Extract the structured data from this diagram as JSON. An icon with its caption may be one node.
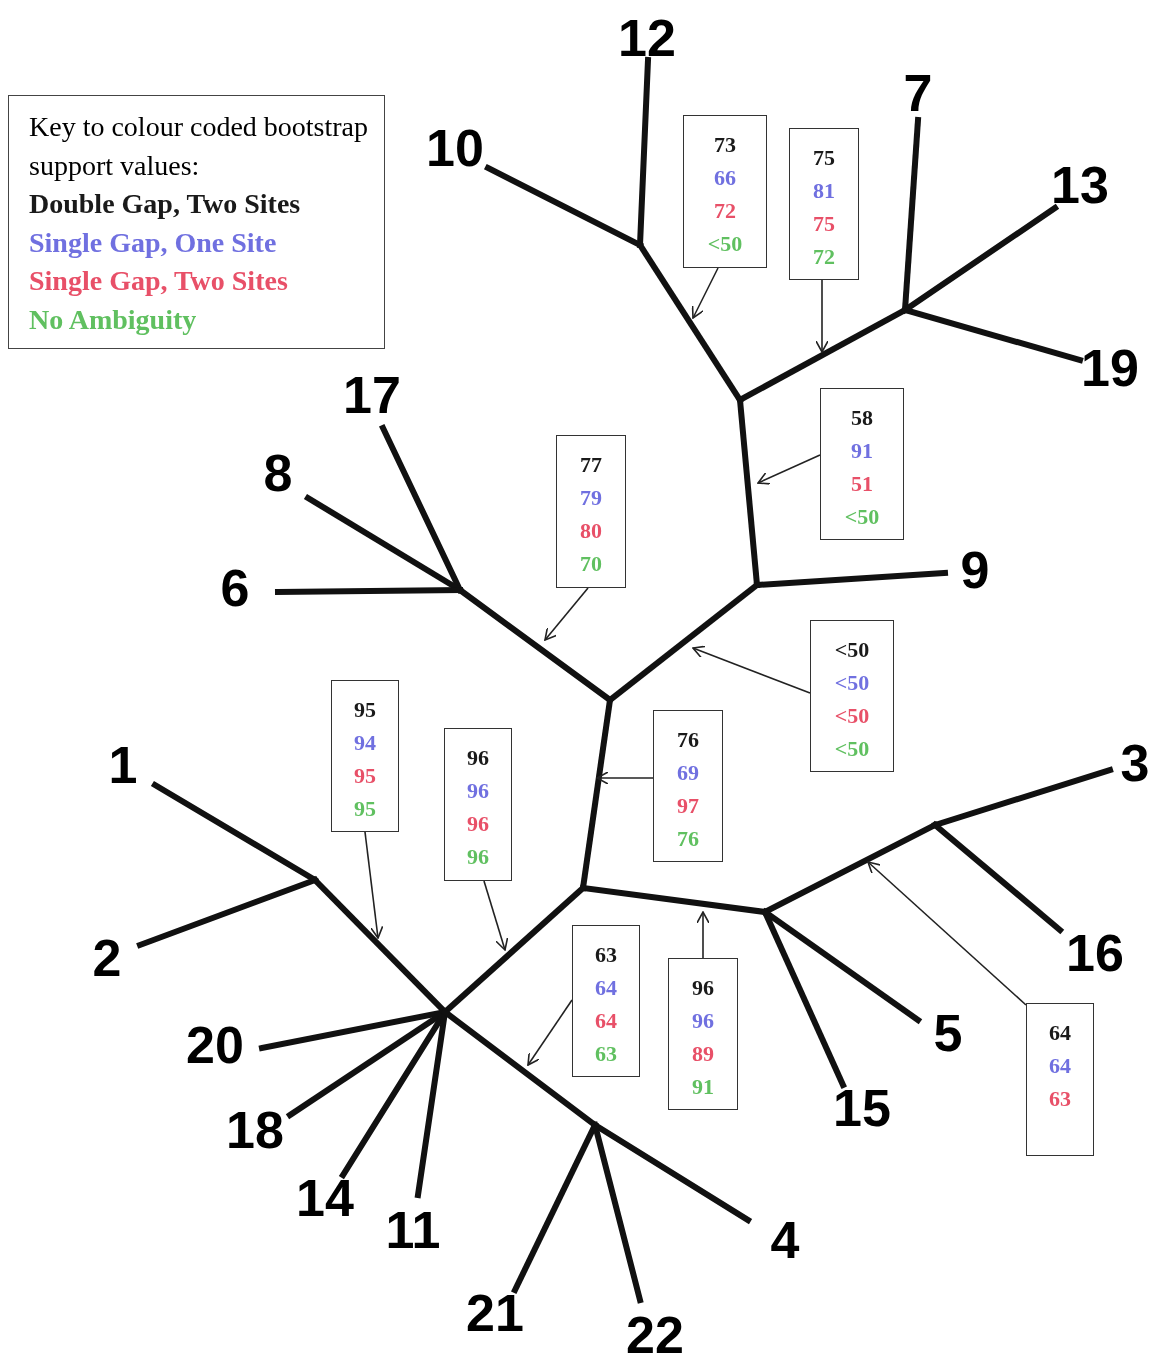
{
  "diagram": {
    "nodes": [
      {
        "text": [
          "73",
          "66",
          "72",
          "<50"
        ]
      },
      {
        "text": [
          "75",
          "81",
          "75",
          "72"
        ]
      },
      {
        "text": [
          "58",
          "91",
          "51",
          "<50"
        ]
      },
      {
        "text": [
          "77",
          "79",
          "80",
          "70"
        ]
      },
      {
        "text": [
          "<50",
          "<50",
          "<50",
          "<50"
        ]
      },
      {
        "text": [
          "95",
          "94",
          "95",
          "95"
        ]
      },
      {
        "text": [
          "76",
          "69",
          "97",
          "76"
        ]
      },
      {
        "text": [
          "96",
          "96",
          "96",
          "96"
        ]
      },
      {
        "text": [
          "63",
          "64",
          "64",
          "63"
        ]
      },
      {
        "text": [
          "96",
          "96",
          "89",
          "91"
        ]
      },
      {
        "text": [
          "64",
          "64",
          "63"
        ]
      }
    ],
    "edges": [
      {
        "from": 0,
        "to": null,
        "arrow": "to"
      },
      {
        "from": 1,
        "to": null,
        "arrow": "to"
      },
      {
        "from": 2,
        "to": null,
        "arrow": "to"
      },
      {
        "from": 3,
        "to": null,
        "arrow": "to"
      },
      {
        "from": 4,
        "to": null,
        "arrow": "to"
      },
      {
        "from": 5,
        "to": null,
        "arrow": "to"
      },
      {
        "from": 6,
        "to": null,
        "arrow": "to"
      },
      {
        "from": 7,
        "to": null,
        "arrow": "to"
      },
      {
        "from": 8,
        "to": null,
        "arrow": "to"
      },
      {
        "from": 9,
        "to": null,
        "arrow": "to"
      },
      {
        "from": 10,
        "to": null,
        "arrow": "to"
      }
    ],
    "labels": [
      "Key to colour coded bootstrap support values:",
      "12",
      "10",
      "7",
      "13",
      "19",
      "17",
      "8",
      "9",
      "6",
      "1",
      "3",
      "2",
      "16",
      "20",
      "5",
      "18",
      "15",
      "14",
      "11",
      "4",
      "21",
      "22"
    ],
    "legend": [
      {
        "text": "Double Gap, Two Sites",
        "color": "#1a1a1a"
      },
      {
        "text": "Single Gap, One Site",
        "color": "#7070e0"
      },
      {
        "text": "Single Gap, Two Sites",
        "color": "#e85068"
      },
      {
        "text": "No Ambiguity",
        "color": "#60c060"
      }
    ]
  }
}
